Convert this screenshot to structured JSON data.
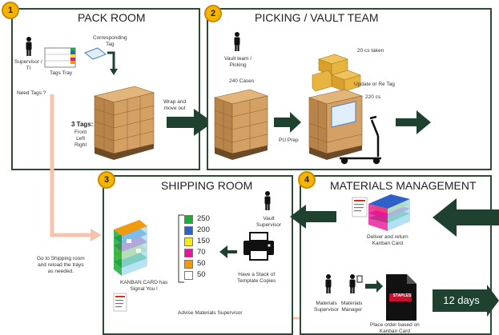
{
  "panels": [
    {
      "number": "1",
      "title": "PACK ROOM"
    },
    {
      "number": "2",
      "title": "PICKING / VAULT TEAM"
    },
    {
      "number": "3",
      "title": "SHIPPING ROOM"
    },
    {
      "number": "4",
      "title": "MATERIALS MANAGEMENT"
    }
  ],
  "pack_room": {
    "supervisor_label": "Supervisor /\nTl",
    "tags_tray_label": "Tags Tray",
    "corresponding_tag_label": "Corresponding\nTag",
    "need_tags_label": "Need Tags ?",
    "three_tags_title": "3 Tags:",
    "three_tags_list": "Front\nLeft\nRight",
    "wrap_label": "Wrap and\nmove out"
  },
  "picking": {
    "vault_team_label": "Vault team /\nPicking",
    "cases_label": "240 Cases",
    "taken_label": "20 cs taken",
    "update_label": "Update or Re Tag",
    "remaining_label": "220 cs",
    "pu_prep_label": "PU Prep"
  },
  "shipping": {
    "legend": [
      {
        "value": "250",
        "color": "#1faa3a"
      },
      {
        "value": "200",
        "color": "#2f5fc9"
      },
      {
        "value": "150",
        "color": "#f2ee12"
      },
      {
        "value": "70",
        "color": "#e8159a"
      },
      {
        "value": "50",
        "color": "#f09a10"
      },
      {
        "value": "50",
        "color": "#ffffff"
      }
    ],
    "vault_supervisor_label": "Vault\nSupervisor",
    "template_label": "Have a Stack of\nTemplate Copies",
    "kanban_label": "KANBAN CARD has\nSignal You !",
    "go_to_shipping_label": "Go to Shipping room\nand reload the trays\nas needed.",
    "advise_label": "Advise Materials Supervisor"
  },
  "materials": {
    "deliver_label": "Deliver and return\nKanban Card",
    "materials_supervisor_label": "Materials\nSupervisor",
    "materials_manager_label": "Materials\nManager",
    "staples_logo": "STAPLES",
    "place_order_label": "Place order based on\nKanban Card",
    "lead_time": "12 days"
  },
  "colors": {
    "panel_border": "#2f4a34",
    "arrow": "#1f4130",
    "badge": "#f5b400",
    "salmon_arrow": "#f6c3ad"
  }
}
